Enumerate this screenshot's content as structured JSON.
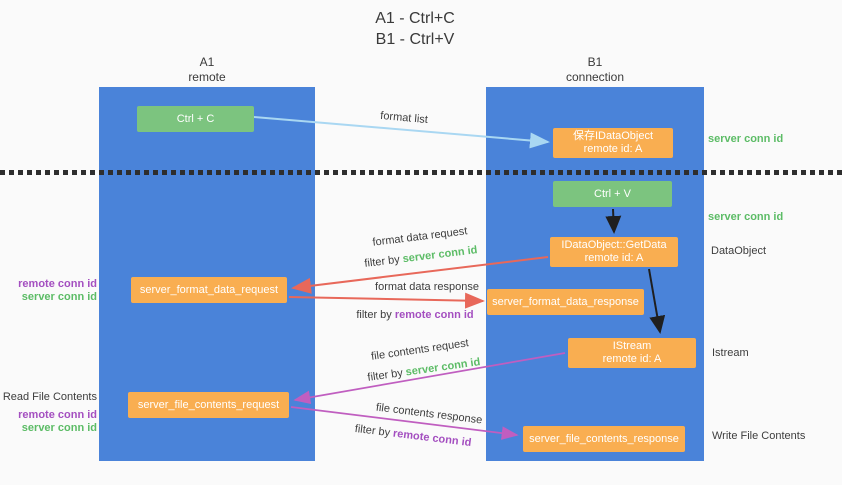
{
  "title": {
    "line1": "A1 - Ctrl+C",
    "line2": "B1 - Ctrl+V"
  },
  "columns": [
    {
      "name": "A1",
      "subtitle": "remote"
    },
    {
      "name": "B1",
      "subtitle": "connection"
    }
  ],
  "nodes": {
    "ctrl_c": "Ctrl + C",
    "ctrl_v": "Ctrl + V",
    "save_dataobject": {
      "line1": "保存IDataObject",
      "line2": "remote id: A"
    },
    "getdata": {
      "line1": "IDataObject::GetData",
      "line2": "remote id: A"
    },
    "istream": {
      "line1": "IStream",
      "line2": "remote id: A"
    },
    "server_format_data_request": "server_format_data_request",
    "server_format_data_response": "server_format_data_response",
    "server_file_contents_request": "server_file_contents_request",
    "server_file_contents_response": "server_file_contents_response"
  },
  "arrow_labels": {
    "format_list": "format list",
    "format_data_request": "format data request",
    "format_data_response": "format data response",
    "file_contents_request": "file contents request",
    "file_contents_response": "file contents response",
    "filter_by": "filter by"
  },
  "side_labels": {
    "server_conn_id": "server conn id",
    "remote_conn_id": "remote conn id",
    "dataobject": "DataObject",
    "istream": "Istream",
    "read_file_contents": "Read File Contents",
    "write_file_contents": "Write File Contents"
  },
  "colors": {
    "lane_blue": "#4a83d9",
    "green_box": "#7cc47f",
    "orange_box": "#f9ae51",
    "arrow_light_blue": "#a9d7f2",
    "arrow_red": "#e8685a",
    "arrow_magenta": "#c05ec0",
    "arrow_black": "#1f1f1f",
    "text_green": "#5cbc66",
    "text_purple": "#a44fc0",
    "text_dark": "#3d3d3d"
  }
}
